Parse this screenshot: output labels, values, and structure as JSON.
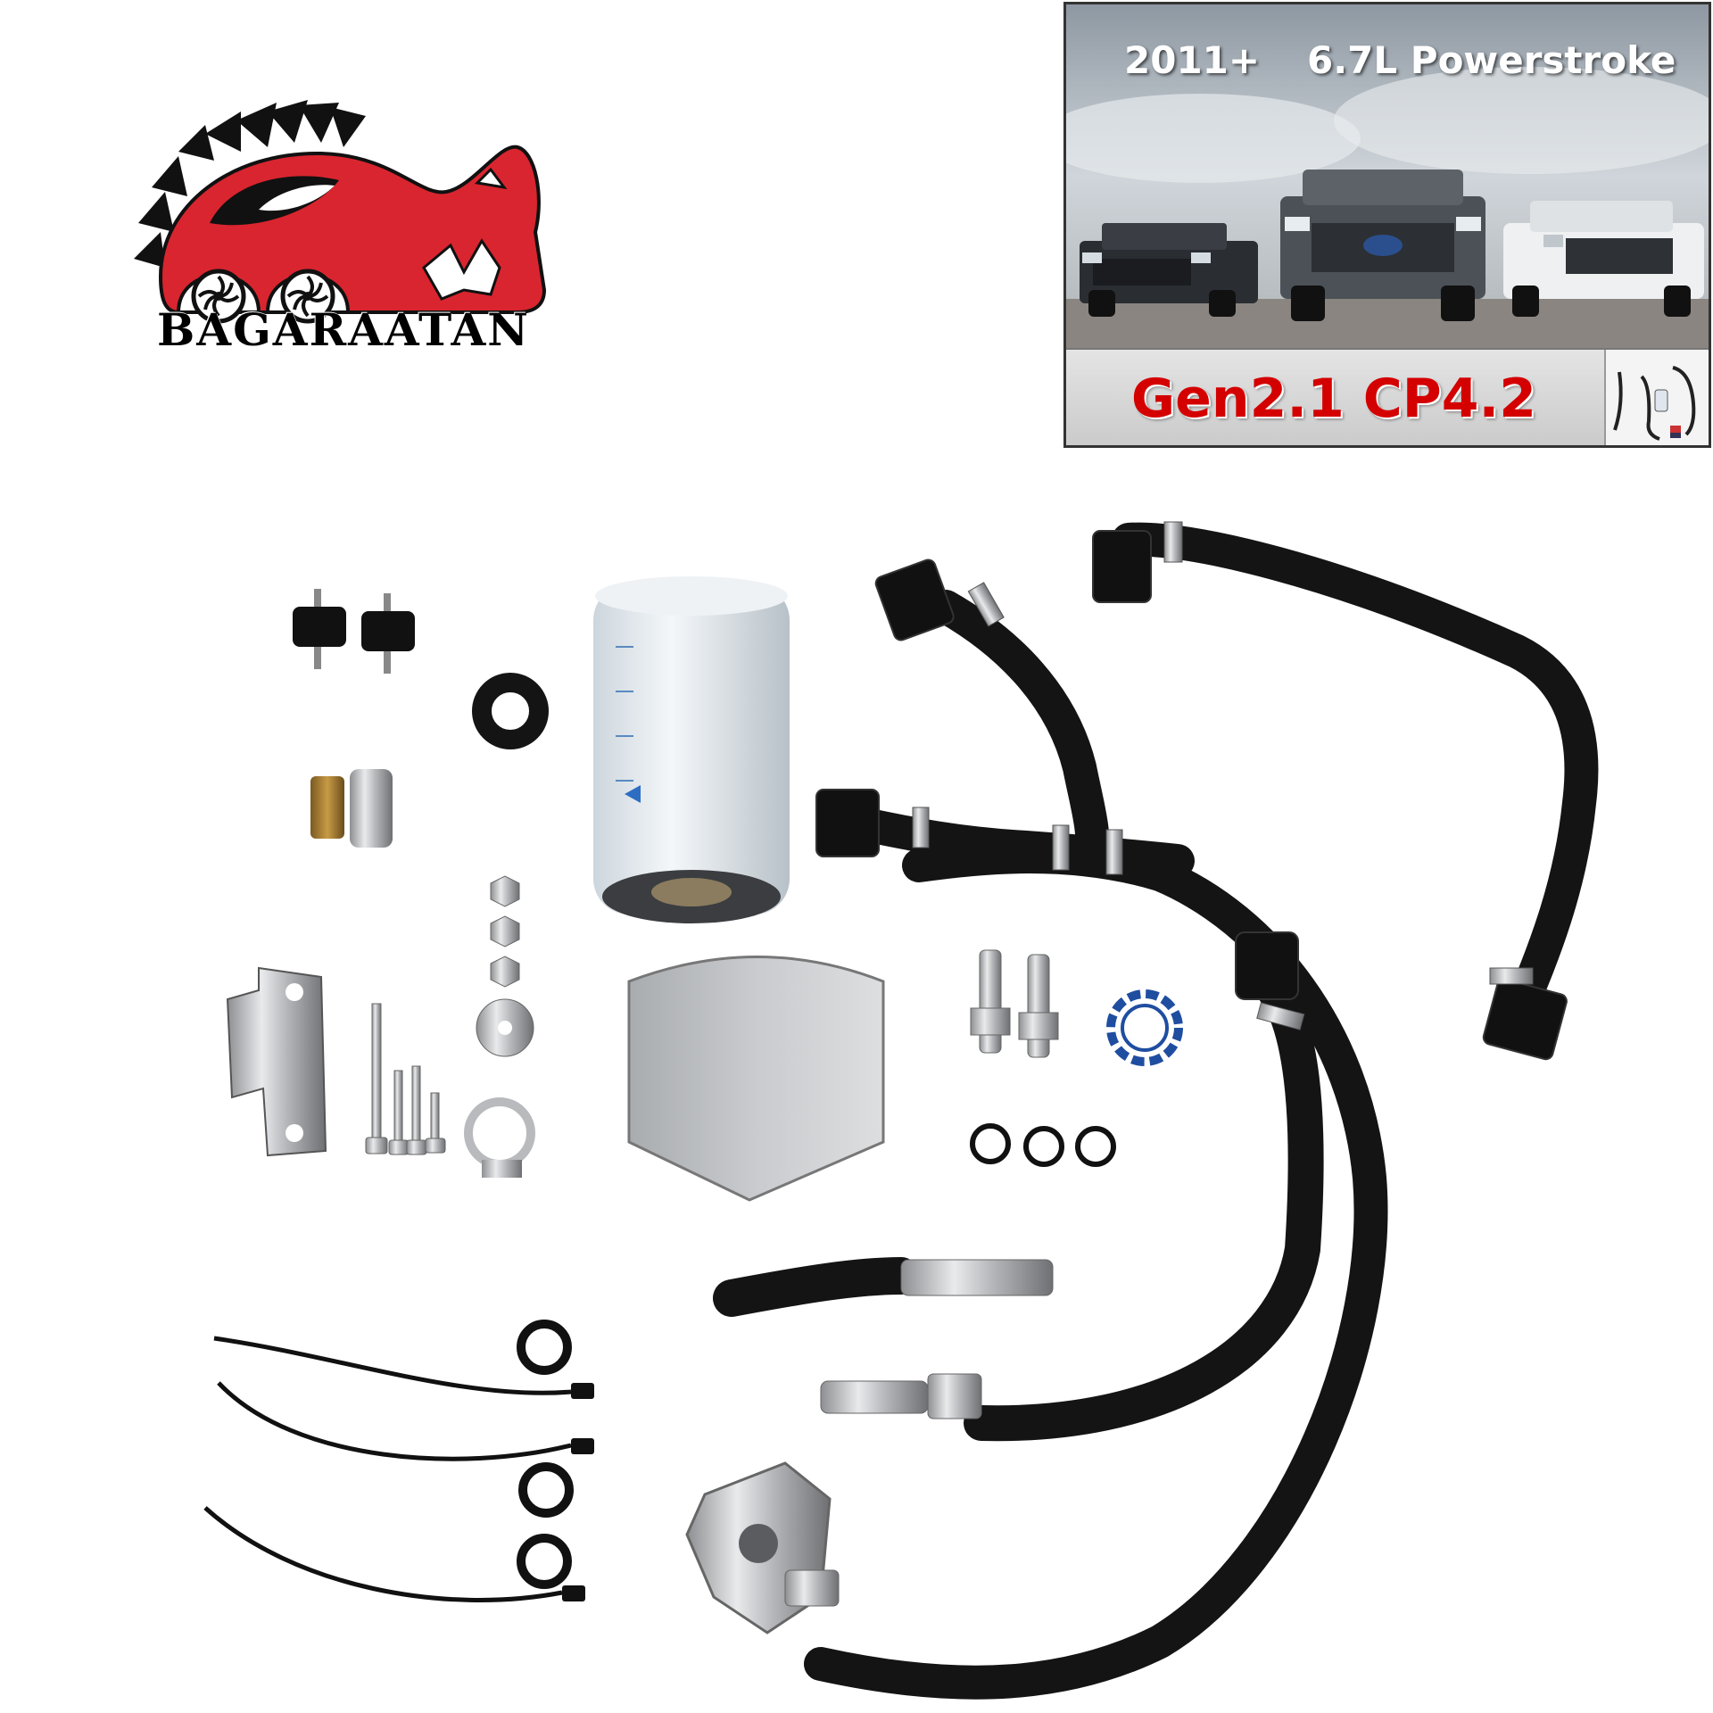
{
  "logo": {
    "brand_name": "BAGARAATAN",
    "colors": {
      "red": "#d9252f",
      "black": "#111111"
    }
  },
  "promo": {
    "year": "2011+",
    "engine": "6.7L Powerstroke",
    "generation": "Gen2.1 CP4.2",
    "colors": {
      "generation_text": "#d40000"
    }
  },
  "product": {
    "components": [
      "rubber-mounts",
      "fuel-filter",
      "hose-assemblies",
      "mounting-bracket",
      "bolts",
      "nuts",
      "washers",
      "hose-clamp",
      "quick-connect-fittings",
      "o-rings",
      "cable-ties",
      "mounting-plate",
      "billet-adapter"
    ]
  }
}
